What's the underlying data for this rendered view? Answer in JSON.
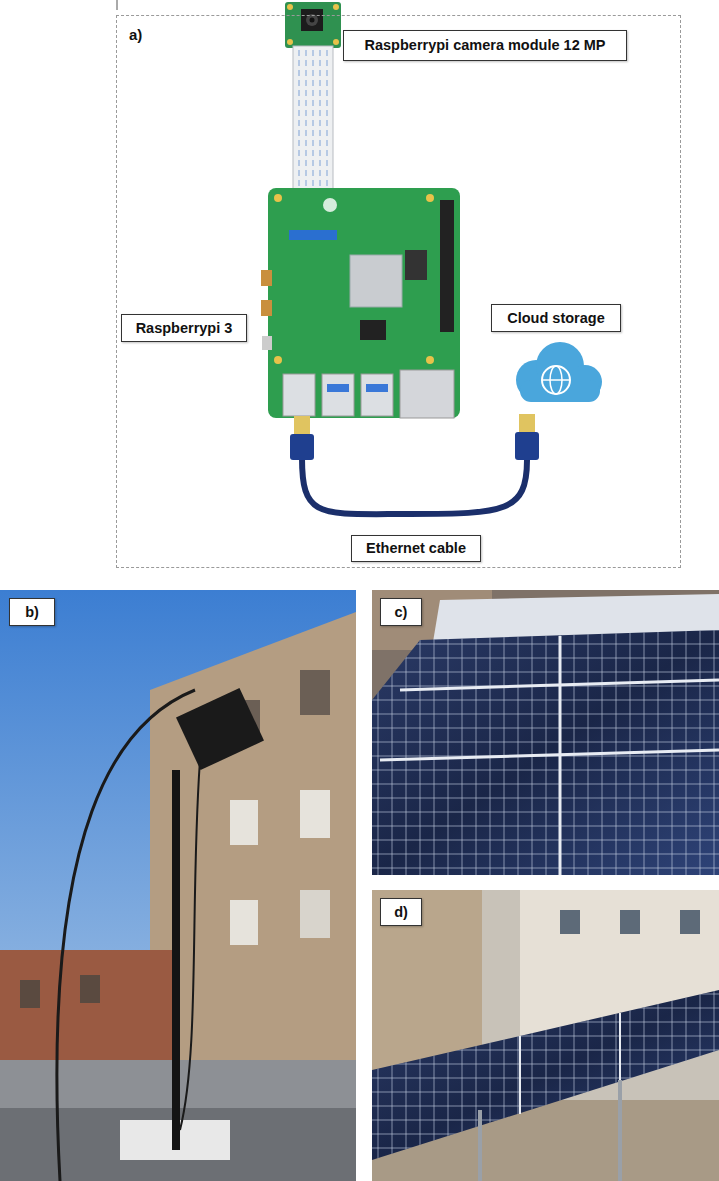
{
  "diagram": {
    "nodes": [
      {
        "text": [
          "a)"
        ]
      },
      {
        "text": [
          "Raspberrypi camera module 12 MP"
        ],
        "in": 0
      },
      {
        "text": [
          "Raspberrypi 3"
        ],
        "in": 0
      },
      {
        "text": [
          "Cloud storage"
        ],
        "in": 0
      },
      {
        "text": [
          "Ethernet cable"
        ],
        "in": 0
      },
      {
        "text": [
          "b)"
        ]
      },
      {
        "text": [
          "c)"
        ]
      },
      {
        "text": [
          "d)"
        ]
      }
    ]
  }
}
